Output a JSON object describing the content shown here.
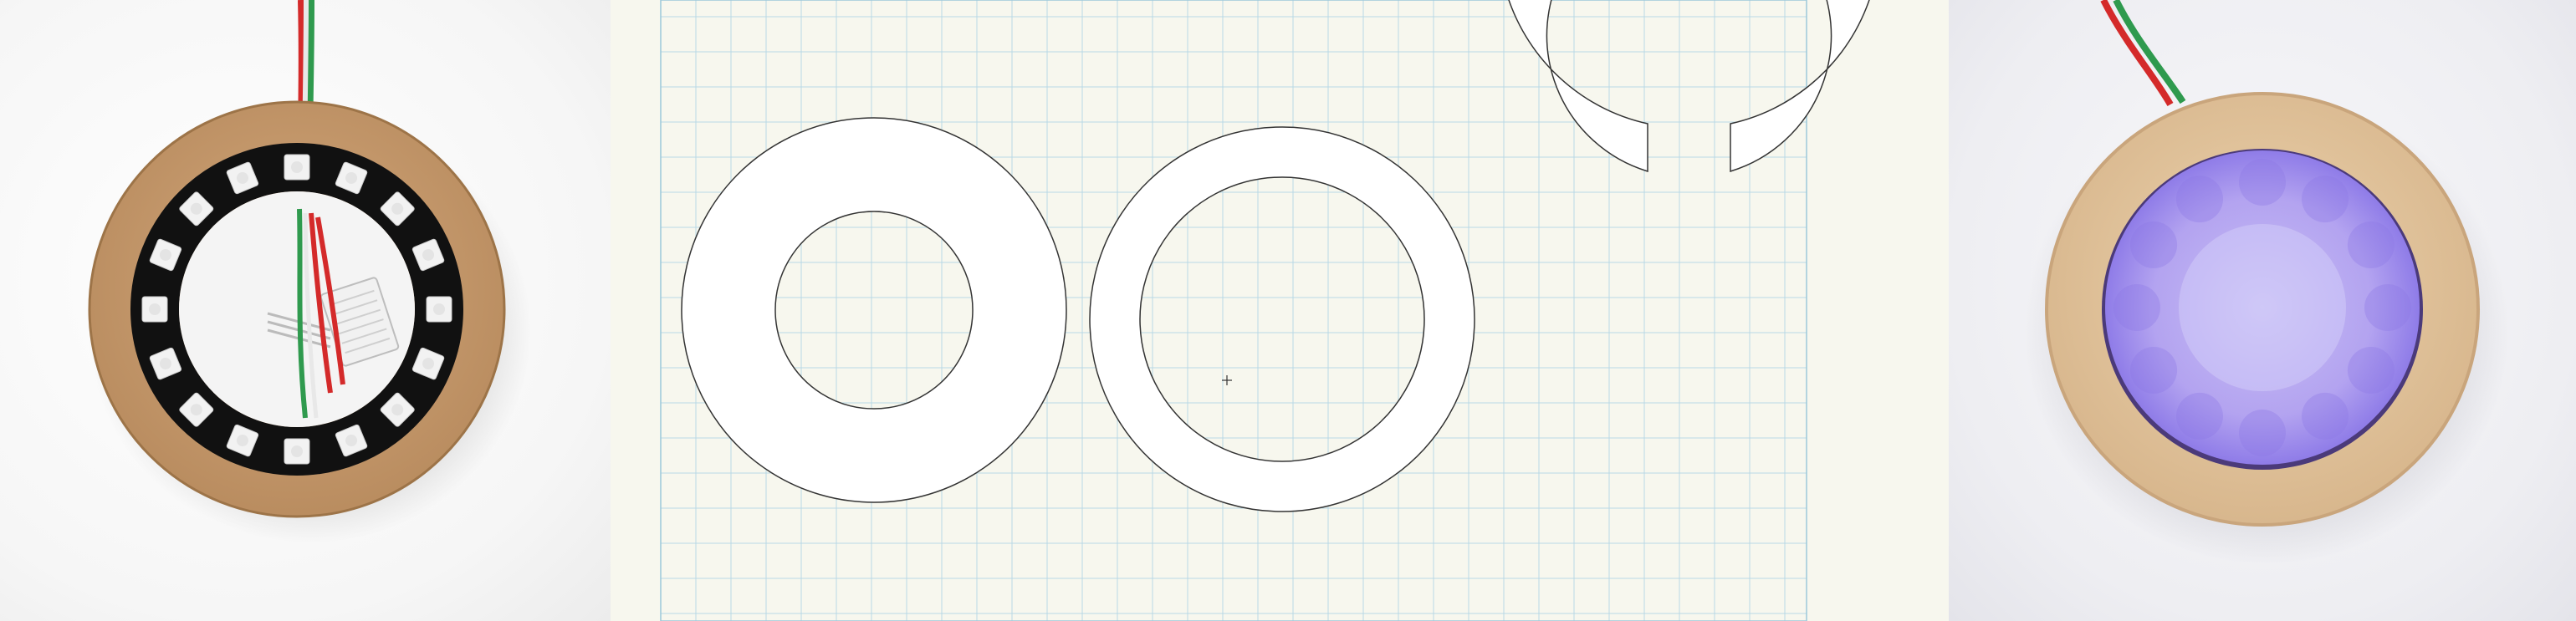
{
  "scene": {
    "description_free": true,
    "panels": [
      "photo-assembled-ring",
      "cut-file-design",
      "photo-lit-lamp"
    ]
  },
  "colors": {
    "mdf": "#c69a6e",
    "mdf_dark": "#a97d52",
    "pcb": "#111111",
    "led": "#f2f2f2",
    "wire_red": "#d42a2a",
    "wire_green": "#2f9a4e",
    "wire_white": "#e8e8e8",
    "sensor": "#f1f1f1",
    "grid_bg": "#f7f7ee",
    "grid_line": "#b9d9e6",
    "grid_major": "#9cc8da",
    "cut_stroke": "#333333",
    "plywood": "#e6c9a2",
    "plywood_edge": "#c9a57c",
    "diffuser": "#b7a9f0",
    "diffuser_glow": "#8f7ce8"
  },
  "icons": {
    "crosshair": "crosshair-icon"
  },
  "cut_file": {
    "pieces": [
      "solid-ring",
      "thin-ring",
      "split-ring"
    ],
    "grid": true
  }
}
